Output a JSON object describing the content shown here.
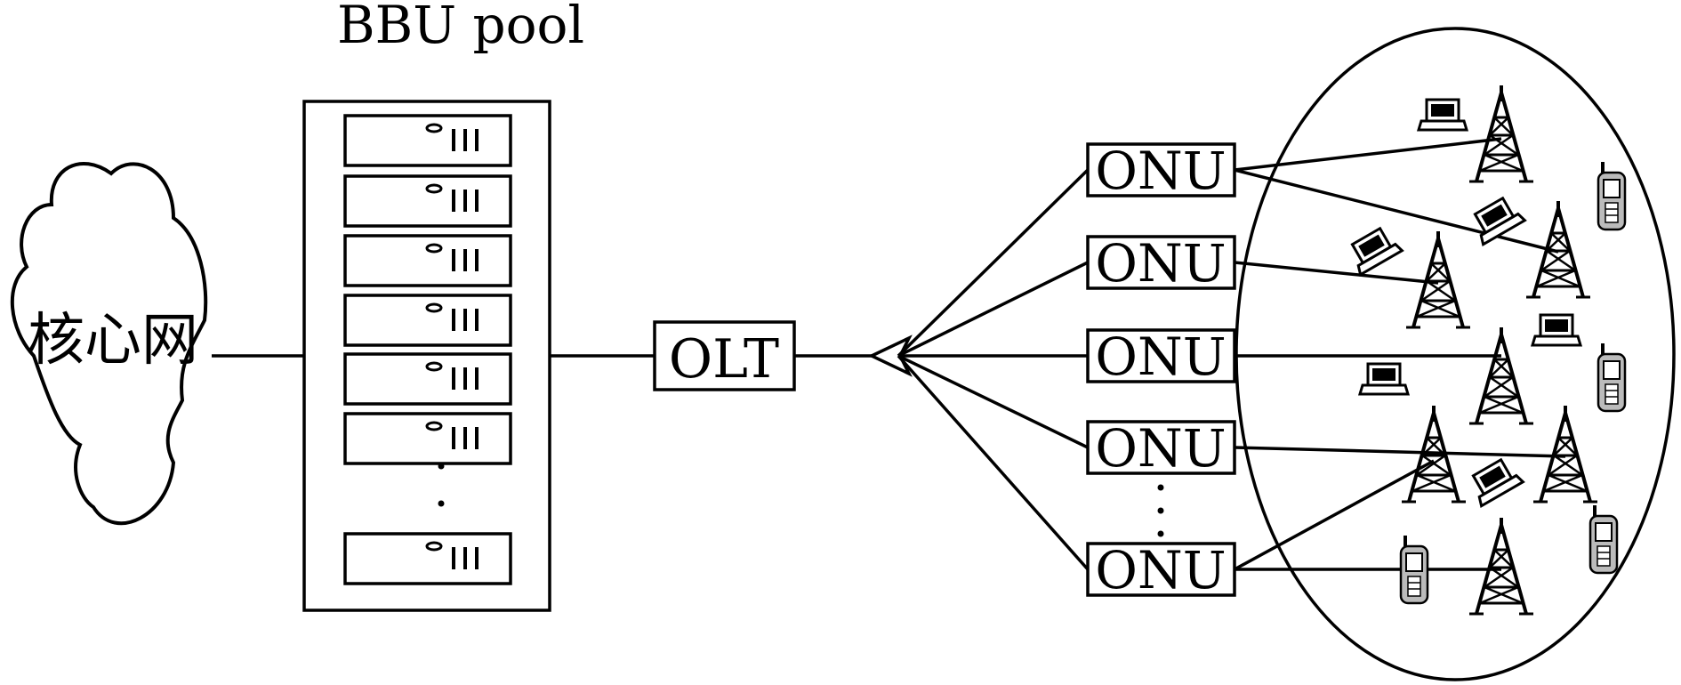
{
  "title": "BBU pool",
  "core_network": "核心网",
  "olt": "OLT",
  "onu": [
    "ONU",
    "ONU",
    "ONU",
    "ONU",
    "ONU"
  ],
  "server_slot_marks": "III"
}
